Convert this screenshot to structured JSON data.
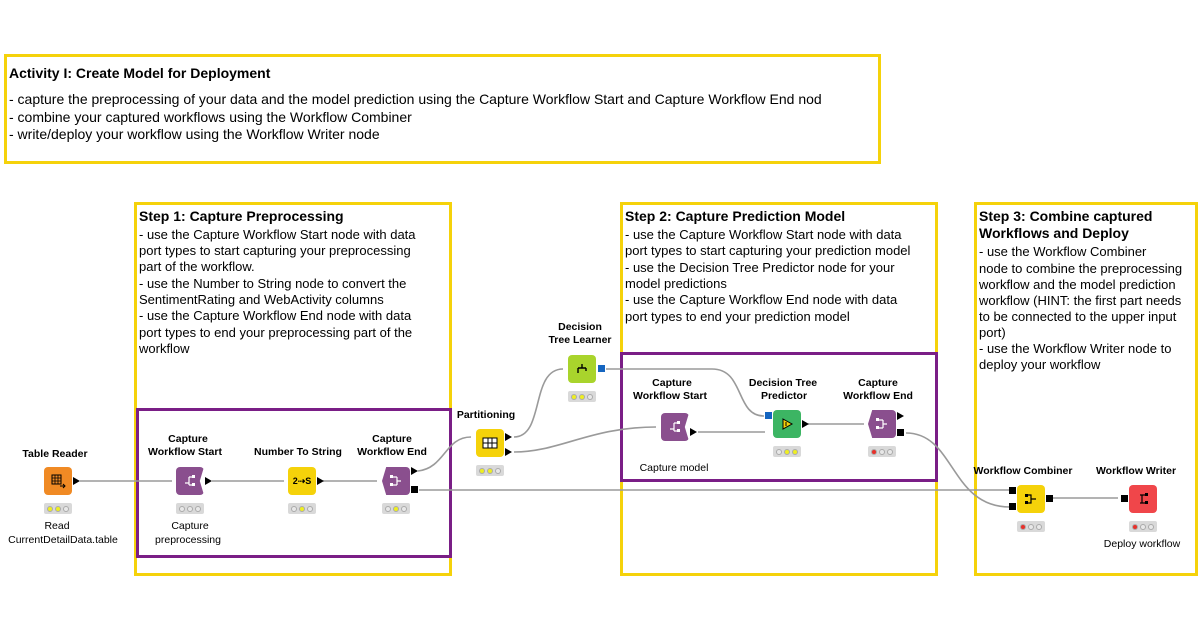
{
  "activity": {
    "title": "Activity I: Create Model for Deployment",
    "lines": [
      "- capture the preprocessing of your data and the model prediction using the Capture Workflow Start and Capture Workflow End nod",
      "- combine your captured workflows using the Workflow Combiner",
      "- write/deploy your workflow using the Workflow Writer node"
    ]
  },
  "step1": {
    "title": "Step 1: Capture Preprocessing",
    "lines": [
      "- use the  Capture Workflow Start   node with data",
      "port types to start capturing your preprocessing",
      "part of the workflow.",
      "- use the  Number to String   node to convert the",
      "SentimentRating and WebActivity columns",
      "- use the  Capture Workflow End   node with data",
      "port types to end your preprocessing part of the",
      "workflow"
    ]
  },
  "step2": {
    "title": "Step 2: Capture Prediction Model",
    "lines": [
      "- use the  Capture Workflow Start   node with data",
      "port types to start capturing your prediction model",
      "- use the  Decision Tree Predictor   node for your",
      "model predictions",
      "- use the  Capture Workflow End   node with data",
      "port types to end your prediction model"
    ]
  },
  "step3": {
    "title_line1": "Step 3: Combine captured",
    "title_line2": "Workflows and Deploy",
    "lines": [
      "- use the  Workflow Combiner",
      "node to combine the preprocessing",
      "workflow and the model prediction",
      "workflow (HINT: the first part needs",
      "to be connected to the upper input",
      "port)",
      "- use the  Workflow Writer   node to",
      "deploy your workflow"
    ]
  },
  "nodes": {
    "table_reader": {
      "title": "Table Reader",
      "label1": "Read",
      "label2": "CurrentDetailData.table",
      "color": "#f08a24"
    },
    "cws1": {
      "title1": "Capture",
      "title2": "Workflow Start",
      "label1": "Capture",
      "label2": "preprocessing",
      "color": "#8a4f8e"
    },
    "n2s": {
      "title": "Number To String",
      "glyph": "2⇢S",
      "color": "#f5d20a"
    },
    "cwe1": {
      "title1": "Capture",
      "title2": "Workflow End",
      "color": "#8a4f8e"
    },
    "partitioning": {
      "title": "Partitioning",
      "color": "#f5d20a"
    },
    "dtl": {
      "title1": "Decision",
      "title2": "Tree Learner",
      "color": "#a9d42c"
    },
    "cws2": {
      "title1": "Capture",
      "title2": "Workflow Start",
      "label": "Capture model",
      "color": "#8a4f8e"
    },
    "dtp": {
      "title1": "Decision Tree",
      "title2": "Predictor",
      "color": "#3cb563"
    },
    "cwe2": {
      "title1": "Capture",
      "title2": "Workflow End",
      "color": "#8a4f8e"
    },
    "combiner": {
      "title": "Workflow Combiner",
      "color": "#f5d20a"
    },
    "writer": {
      "title": "Workflow Writer",
      "label": "Deploy workflow",
      "color": "#f0464a"
    }
  }
}
